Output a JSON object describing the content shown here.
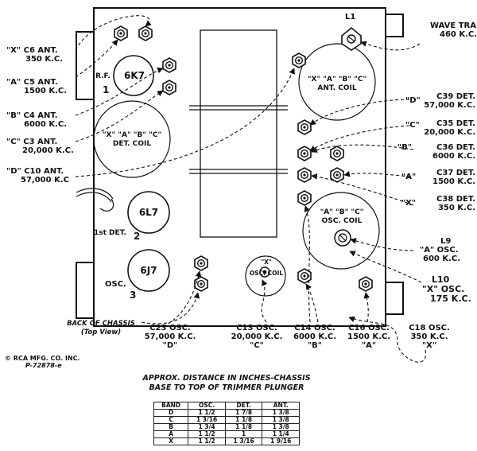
{
  "tubes": {
    "rf": {
      "type": "6K7",
      "role": "R.F.",
      "number": "1"
    },
    "det1": {
      "type": "6L7",
      "role": "1st DET.",
      "number": "2"
    },
    "osc": {
      "type": "6J7",
      "role": "OSC.",
      "number": "3"
    }
  },
  "coils": {
    "det_coil": {
      "line1": "\"X\" \"A\" \"B\" \"C\"",
      "line2": "DET. COIL"
    },
    "ant_coil": {
      "line1": "\"X\" \"A\" \"B\" \"C\"",
      "line2": "ANT. COIL"
    },
    "osc_coil": {
      "line1": "\"A\" \"B\" \"C\"",
      "line2": "OSC. COIL"
    },
    "x_osc_coil": {
      "line1": "\"X\"",
      "line2": "OSC. COIL"
    }
  },
  "wave_trap": {
    "l1": "L1",
    "line1": "WAVE TRAP",
    "line2": "460 K.C."
  },
  "left_labels": [
    {
      "band": "\"X\"",
      "cap": "C6 ANT.",
      "freq": "350 K.C."
    },
    {
      "band": "\"A\"",
      "cap": "C5 ANT.",
      "freq": "1500 K.C."
    },
    {
      "band": "\"B\"",
      "cap": "C4 ANT.",
      "freq": "6000 K.C."
    },
    {
      "band": "\"C\"",
      "cap": "C3 ANT.",
      "freq": "20,000 K.C."
    },
    {
      "band": "\"D\"",
      "cap": "C10 ANT.",
      "freq": "57,000 K.C"
    }
  ],
  "right_labels": [
    {
      "band": "\"D\"",
      "cap": "C39 DET.",
      "freq": "57,000 K.C."
    },
    {
      "band": "\"C\"",
      "cap": "C35 DET.",
      "freq": "20,000 K.C."
    },
    {
      "band": "\"B\"",
      "cap": "C36 DET.",
      "freq": "6000 K.C."
    },
    {
      "band": "\"A\"",
      "cap": "C37 DET.",
      "freq": "1500 K.C."
    },
    {
      "band": "\"X\"",
      "cap": "C38 DET.",
      "freq": "350 K.C."
    }
  ],
  "l9": {
    "name": "L9",
    "band": "\"A\"",
    "line1": "OSC.",
    "line2": "600 K.C."
  },
  "l10": {
    "name": "L10",
    "band": "\"X\"",
    "line1": "OSC.",
    "line2": "175 K.C."
  },
  "bottom_labels": [
    {
      "cap": "C23 OSC.",
      "freq": "57,000 K.C.",
      "band": "\"D\""
    },
    {
      "cap": "C13 OSC.",
      "freq": "20,000 K.C.",
      "band": "\"C\""
    },
    {
      "cap": "C14 OSC.",
      "freq": "6000 K.C.",
      "band": "\"B\""
    },
    {
      "cap": "C16 OSC.",
      "freq": "1500 K.C.",
      "band": "\"A\""
    },
    {
      "cap": "C18 OSC.",
      "freq": "350 K.C.",
      "band": "\"X\""
    }
  ],
  "back_label": {
    "line1": "BACK OF CHASSIS",
    "line2": "(Top View)"
  },
  "copyright": {
    "line1": "© RCA MFG. CO. INC.",
    "line2": "P-72878-e"
  },
  "table": {
    "title_line1": "APPROX. DISTANCE IN INCHES-CHASSIS",
    "title_line2": "BASE TO TOP OF TRIMMER PLUNGER",
    "headers": [
      "BAND",
      "OSC.",
      "DET.",
      "ANT."
    ],
    "rows": [
      [
        "D",
        "1 1/2",
        "1 7/8",
        "1 3/8"
      ],
      [
        "C",
        "1 3/16",
        "1 1/8",
        "1 3/8"
      ],
      [
        "B",
        "1 3/4",
        "1 1/8",
        "1 3/8"
      ],
      [
        "A",
        "1 1/2",
        "1",
        "1 1/4"
      ],
      [
        "X",
        "1 1/2",
        "1 3/16",
        "1 9/16"
      ]
    ]
  }
}
